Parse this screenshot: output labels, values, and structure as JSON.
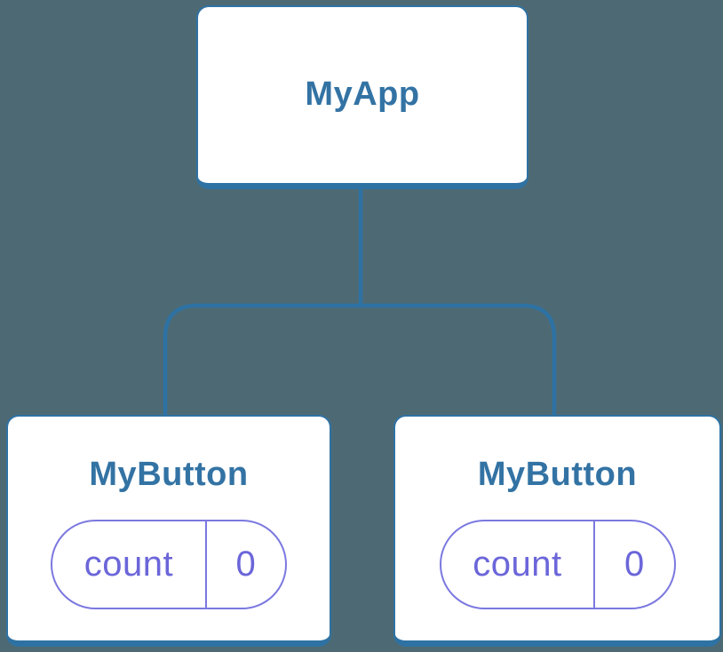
{
  "diagram": {
    "type": "component-tree",
    "colors": {
      "bg": "#4d6a74",
      "blue": "#2e72a4",
      "blue_text": "#3373a4",
      "purple": "#7b78e0",
      "purple_text": "#6b66d9",
      "node_bg": "#ffffff"
    },
    "root": {
      "title": "MyApp"
    },
    "children": [
      {
        "title": "MyButton",
        "state": {
          "label": "count",
          "value": "0"
        }
      },
      {
        "title": "MyButton",
        "state": {
          "label": "count",
          "value": "0"
        }
      }
    ]
  }
}
